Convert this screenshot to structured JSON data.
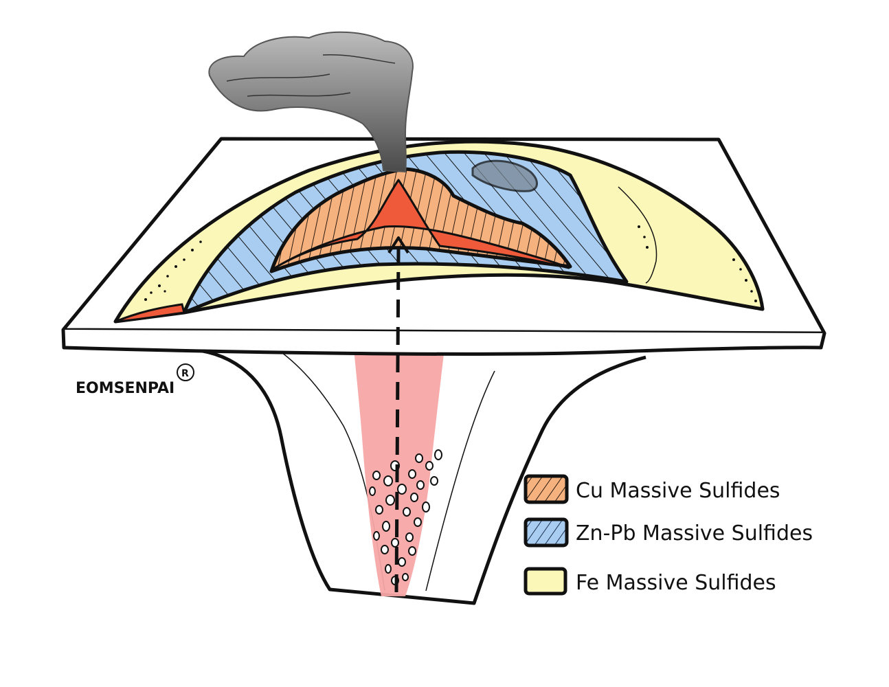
{
  "credit": {
    "text": "EOMSENPAI",
    "mark": "R"
  },
  "legend": {
    "items": [
      {
        "label": "Cu Massive Sulfides",
        "color": "#f6b27e",
        "pattern": "hatch-orange"
      },
      {
        "label": "Zn-Pb Massive Sulfides",
        "color": "#a9cdf0",
        "pattern": "hatch-blue"
      },
      {
        "label": "Fe Massive Sulfides",
        "color": "#fbf7b8",
        "pattern": "none"
      }
    ]
  },
  "colors": {
    "cu": "#f6b27e",
    "zn_pb": "#a9cdf0",
    "fe": "#fbf7b8",
    "red_zone": "#ef5a3a",
    "feeder_pink": "#f7a7a7",
    "smoke": "#8a8a8a",
    "outline": "#111111"
  }
}
